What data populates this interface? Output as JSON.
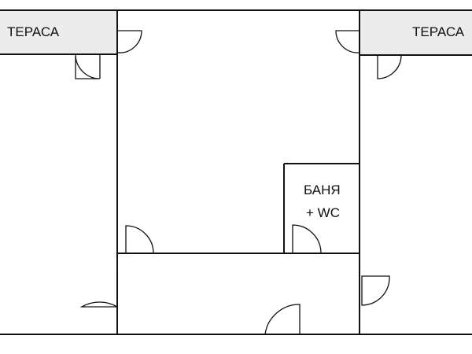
{
  "rooms": {
    "terrace_left": "ТЕРАСА",
    "terrace_right": "ТЕРАСА",
    "bath_line1": "БАНЯ",
    "bath_line2": "+ WC"
  },
  "colors": {
    "terrace_fill": "#ececec",
    "wall": "#111111"
  }
}
